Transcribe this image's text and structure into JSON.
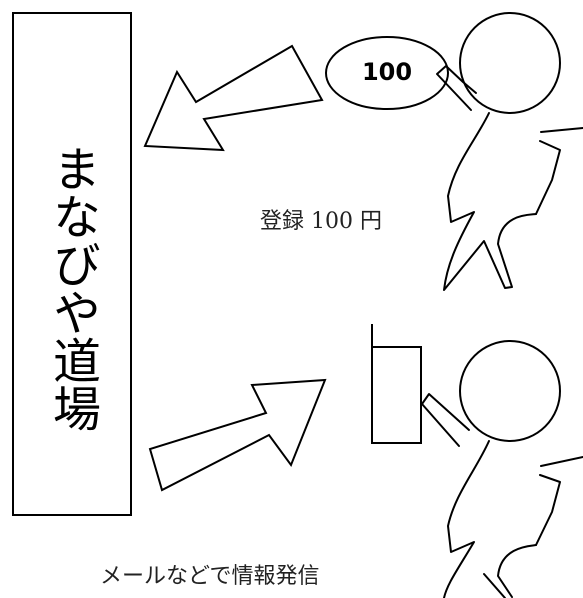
{
  "title_vertical": "まなびや道場",
  "bubble_text": "100",
  "label_registration": "登録 100 円",
  "label_mail": "メールなどで情報発信"
}
